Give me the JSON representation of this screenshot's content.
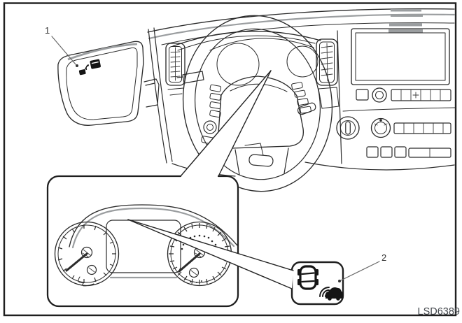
{
  "figure": {
    "code": "LSD6389"
  },
  "callouts": {
    "one": {
      "label": "1",
      "target": "mirror-blind-spot-indicator"
    },
    "two": {
      "label": "2",
      "target": "blind-spot-warning-icon-box"
    }
  },
  "icons": {
    "mirror_indicator": "blind-spot-warning-indicator-icon",
    "box_indicator": "blind-spot-warning-vehicle-detection-icon"
  },
  "colors": {
    "line": "#2b2b2b",
    "frame": "#1f1f1f",
    "accent_gray": "#9b9ea0",
    "icon_fill": "#151515",
    "background": "#ffffff"
  }
}
